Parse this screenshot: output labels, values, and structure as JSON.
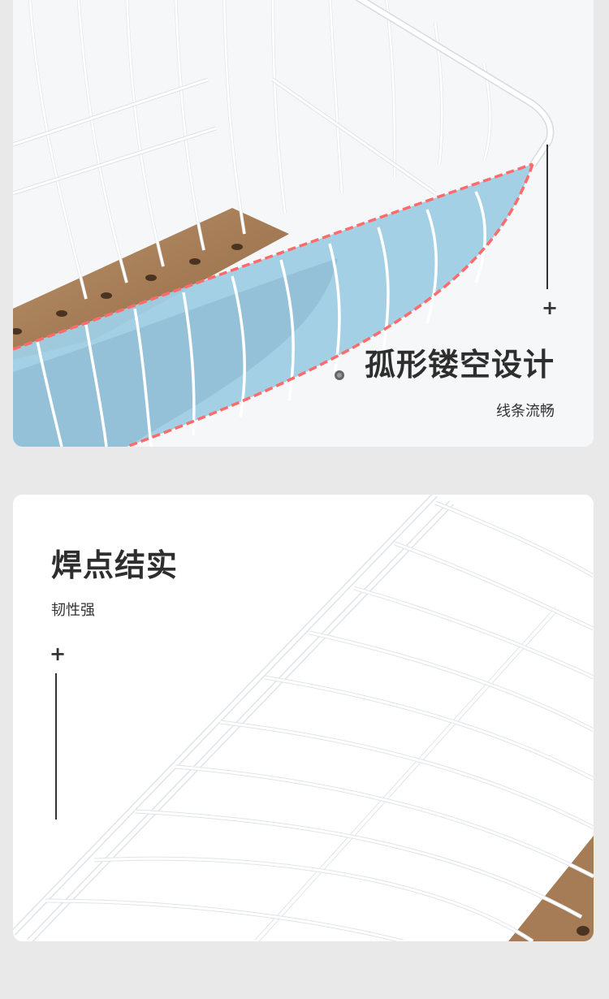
{
  "section_arc": {
    "title": "孤形镂空设计",
    "subtitle": "线条流畅",
    "plus": "+"
  },
  "section_weld": {
    "title": "焊点结实",
    "subtitle": "韧性强",
    "plus": "+"
  },
  "colors": {
    "page_bg": "#e9e9e9",
    "card_bg": "#ffffff",
    "text_dark": "#2e2e2e",
    "highlight_fill": "#9fcde4",
    "highlight_dash": "#ff6b6b",
    "wood": "#a9825c"
  }
}
